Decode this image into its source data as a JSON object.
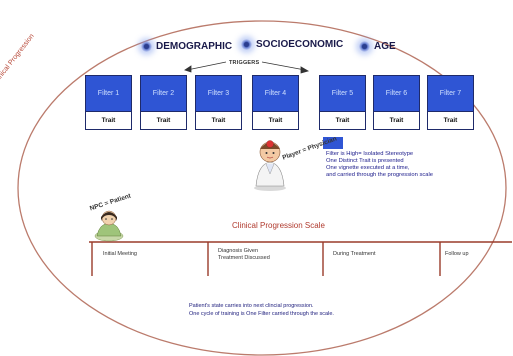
{
  "categories": [
    "DEMOGRAPHIC",
    "SOCIOECONOMIC",
    "AGE"
  ],
  "triggers_label": "TRIGGERS",
  "filters": [
    {
      "name": "Filter 1",
      "trait": "Trait"
    },
    {
      "name": "Filter 2",
      "trait": "Trait"
    },
    {
      "name": "Filter 3",
      "trait": "Trait"
    },
    {
      "name": "Filter 4",
      "trait": "Trait"
    },
    {
      "name": "Filter 5",
      "trait": "Trait"
    },
    {
      "name": "Filter 6",
      "trait": "Trait"
    },
    {
      "name": "Filter 7",
      "trait": "Trait"
    }
  ],
  "legend": {
    "lines": [
      "Filter is High= Isolated Stereotype",
      "One Distinct Trait is presented",
      "One vignette executed at a time,",
      "and carried through the progression scale"
    ]
  },
  "side_label": "Constant = Clinical Progression",
  "roles": {
    "player": "Player = Physician",
    "npc": "NPC = Patient"
  },
  "scale_title": "Clinical Progression Scale",
  "stages": [
    "Initial Meeting",
    "Diagnosis Given\nTreatment Discussed",
    "During Treatment",
    "Follow up"
  ],
  "footnotes": [
    "Patient's state carries into next clincial progression.",
    "One cycle of training is One Filter carried through the scale."
  ],
  "colors": {
    "filter_blue": "#2f55d4",
    "scale_red": "#b03a2e",
    "ellipse": "#bb7b6c"
  },
  "icons": {
    "player": "physician-icon",
    "npc": "patient-icon"
  }
}
